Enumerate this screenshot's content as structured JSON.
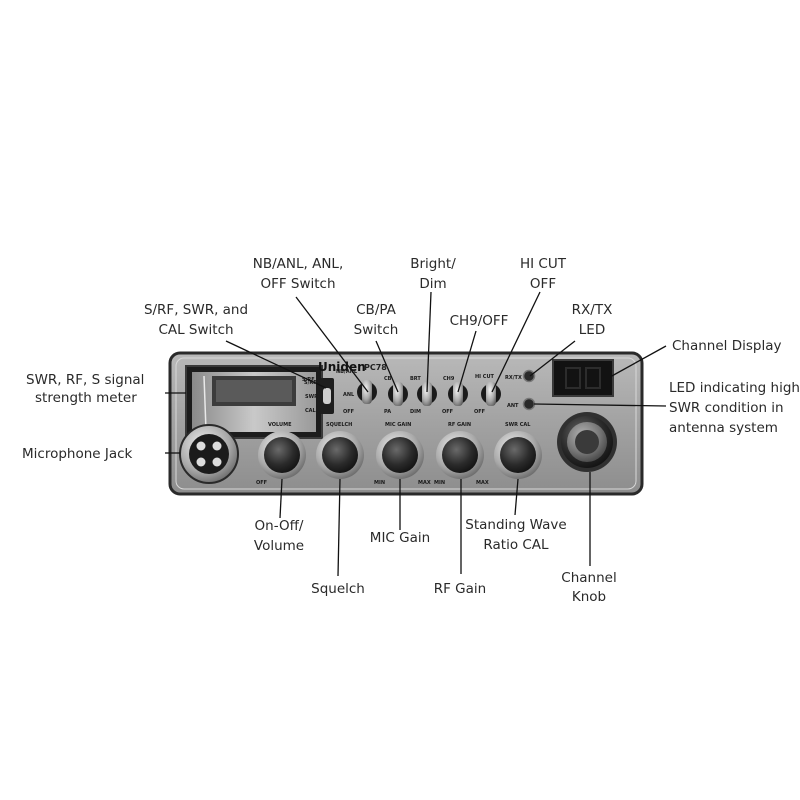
{
  "radio": {
    "brand": "Uniden",
    "model": "PC78",
    "meter_scale": [
      "S/RF",
      "SWR",
      "CAL"
    ],
    "switch_labels": {
      "s_rf": "S/RF",
      "swr": "SWR",
      "cal": "CAL",
      "nb_anl": "NB/ANL",
      "anl": "ANL",
      "off1": "OFF",
      "cb": "CB",
      "pa": "PA",
      "brt": "BRT",
      "dim": "DIM",
      "ch9": "CH9",
      "off2": "OFF",
      "hi_cut": "HI CUT",
      "off3": "OFF",
      "rx_tx": "RX/TX",
      "ant": "ANT"
    },
    "knob_labels": {
      "volume": "VOLUME",
      "volume_off": "OFF",
      "squelch": "SQUELCH",
      "mic_gain": "MIC GAIN",
      "mic_min": "MIN",
      "mic_max": "MAX",
      "rf_gain": "RF GAIN",
      "rf_min": "MIN",
      "rf_max": "MAX",
      "swr_cal": "SWR CAL"
    }
  },
  "callouts": {
    "meter": [
      "SWR, RF, S signal",
      "strength meter"
    ],
    "mic_jack": [
      "Microphone Jack"
    ],
    "s_rf_switch": [
      "S/RF, SWR, and",
      "CAL Switch"
    ],
    "nb_anl_switch": [
      "NB/ANL, ANL,",
      "OFF Switch"
    ],
    "cb_pa_switch": [
      "CB/PA",
      "Switch"
    ],
    "bright_dim": [
      "Bright/",
      "Dim"
    ],
    "ch9_off": [
      "CH9/OFF"
    ],
    "hi_cut": [
      "HI CUT",
      "OFF"
    ],
    "rx_tx_led": [
      "RX/TX",
      "LED"
    ],
    "channel_display": [
      "Channel Display"
    ],
    "swr_led": [
      "LED indicating high",
      "SWR condition in",
      "antenna system"
    ],
    "on_off_volume": [
      "On-Off/",
      "Volume"
    ],
    "squelch": [
      "Squelch"
    ],
    "mic_gain": [
      "MIC Gain"
    ],
    "rf_gain": [
      "RF Gain"
    ],
    "swr_cal": [
      "Standing Wave",
      "Ratio CAL"
    ],
    "channel_knob": [
      "Channel",
      "Knob"
    ]
  }
}
